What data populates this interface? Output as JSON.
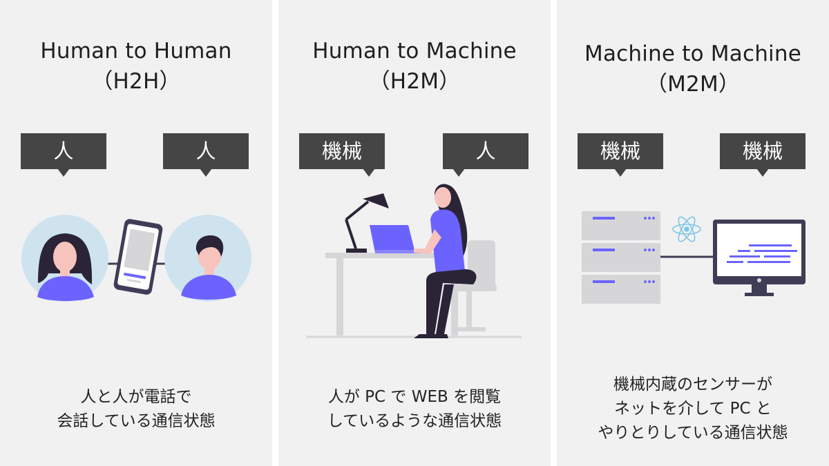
{
  "panels": [
    {
      "title_line1": "Human to Human",
      "title_line2": "（H2H）",
      "bubble_left": "人",
      "bubble_right": "人",
      "caption_lines": [
        "人と人が電話で",
        "会話している通信状態"
      ]
    },
    {
      "title_line1": "Human to Machine",
      "title_line2": "（H2M）",
      "bubble_left": "機械",
      "bubble_right": "人",
      "caption_lines": [
        "人が PC で WEB を閲覧",
        "しているような通信状態"
      ]
    },
    {
      "title_line1": "Machine to Machine",
      "title_line2": "（M2M）",
      "bubble_left": "機械",
      "bubble_right": "機械",
      "caption_lines": [
        "機械内蔵のセンサーが",
        "ネットを介して PC と",
        "やりとりしている通信状態"
      ]
    }
  ],
  "colors": {
    "panel_bg": "#f1f1f2",
    "bubble_bg": "#454545",
    "accent_purple": "#6c63ff",
    "circle_bg": "#cfe3ef",
    "skin": "#f7c4bd",
    "hair": "#2b2437",
    "device_gray": "#d6d6d9",
    "line_gray": "#3f3d56"
  }
}
